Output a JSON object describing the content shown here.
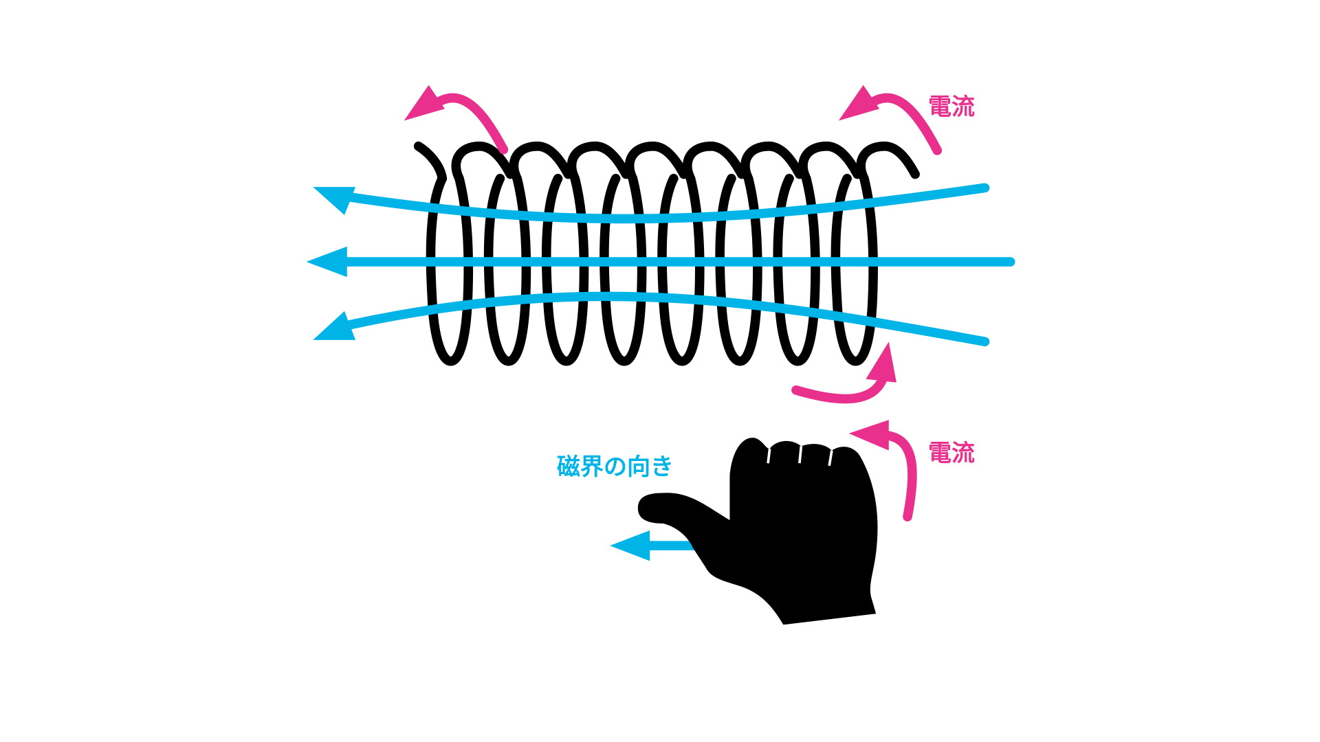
{
  "labels": {
    "current_top": "電流",
    "current_bottom": "電流",
    "field_direction": "磁界の向き"
  },
  "colors": {
    "field": "#00b4e8",
    "current": "#e8308c",
    "coil": "#000000"
  },
  "coil": {
    "turns": 8
  }
}
